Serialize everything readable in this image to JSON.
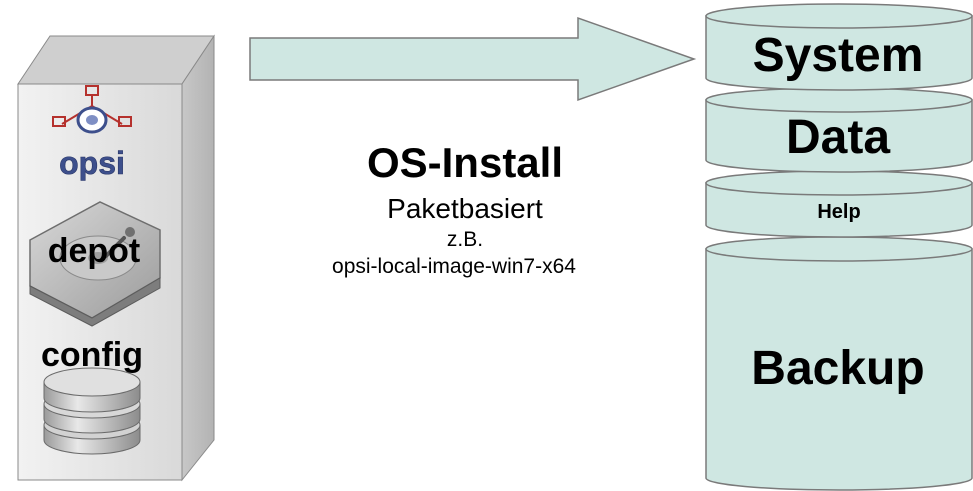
{
  "server": {
    "logo_text": "opsi",
    "depot_label": "depot",
    "config_label": "config"
  },
  "center": {
    "title": "OS-Install",
    "subtitle": "Paketbasiert",
    "example_prefix": "z.B.",
    "example_package": "opsi-local-image-win7-x64"
  },
  "disk": {
    "partitions": [
      {
        "label": "System"
      },
      {
        "label": "Data"
      },
      {
        "label": "Help"
      },
      {
        "label": "Backup"
      }
    ]
  },
  "colors": {
    "partition_fill": "#cfe7e2",
    "arrow_fill": "#cfe7e2",
    "tower_front": "#e3e3e3",
    "tower_side": "#bdbdbd",
    "logo_blue": "#3d4f8c",
    "logo_red": "#b5312d"
  }
}
